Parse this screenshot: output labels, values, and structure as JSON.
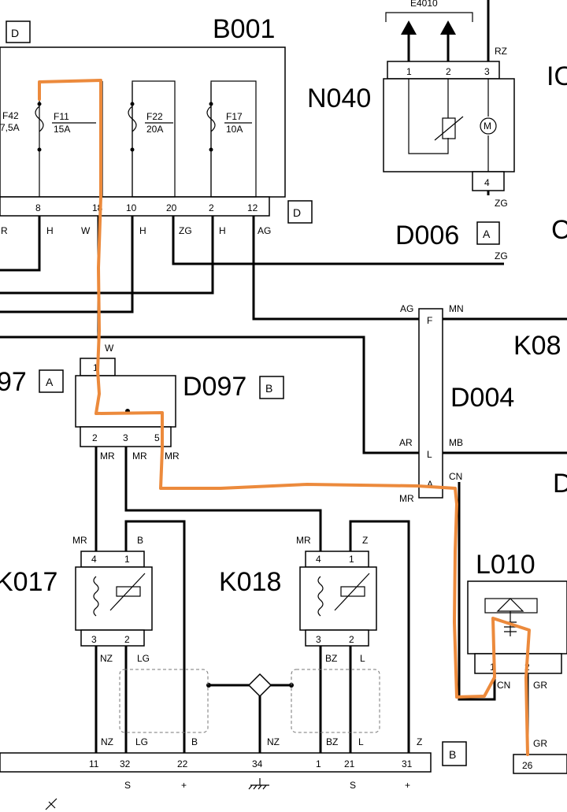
{
  "components": {
    "b001": "B001",
    "n040": "N040",
    "d006": "D006",
    "d097": "D097",
    "d004": "D004",
    "k017": "K017",
    "k018": "K018",
    "l010": "L010",
    "e4010": "E4010",
    "k08": "K08",
    "partial_97": "97",
    "partial_io": "IO",
    "partial_c": "C",
    "partial_d": "D"
  },
  "connectors": {
    "d": "D",
    "a": "A",
    "b": "B"
  },
  "fuses": [
    {
      "id": "F42",
      "rating": "7,5A"
    },
    {
      "id": "F11",
      "rating": "15A"
    },
    {
      "id": "F22",
      "rating": "20A"
    },
    {
      "id": "F17",
      "rating": "10A"
    }
  ],
  "b001_pins": [
    "8",
    "18",
    "10",
    "20",
    "2",
    "12"
  ],
  "b001_wires": [
    "R",
    "H",
    "W",
    "H",
    "ZG",
    "H",
    "AG"
  ],
  "n040_pins": [
    "1",
    "2",
    "3",
    "4"
  ],
  "n040_wires": {
    "rz": "RZ",
    "zg_top": "ZG",
    "zg_bottom": "ZG"
  },
  "d097_pins": {
    "top": "1",
    "bottom": [
      "2",
      "3",
      "5"
    ]
  },
  "d097_wires": {
    "top": "W",
    "bottom": [
      "MR",
      "MR",
      "MR"
    ]
  },
  "d004_pins": {
    "f": "F",
    "l": "L",
    "a": "A"
  },
  "d004_wires": {
    "ag": "AG",
    "mn": "MN",
    "ar": "AR",
    "mb": "MB",
    "cn": "CN",
    "mr": "MR"
  },
  "k017_pins": [
    "4",
    "1",
    "3",
    "2"
  ],
  "k017_wires": [
    "MR",
    "B",
    "NZ",
    "LG"
  ],
  "k018_pins": [
    "4",
    "1",
    "3",
    "2"
  ],
  "k018_wires": [
    "MR",
    "Z",
    "BZ",
    "L"
  ],
  "l010_pins": [
    "1",
    "2"
  ],
  "l010_wires": [
    "CN",
    "GR"
  ],
  "bottom_pins": [
    "11",
    "32",
    "22",
    "34",
    "1",
    "21",
    "31",
    "26"
  ],
  "bottom_wires": [
    "NZ",
    "LG",
    "B",
    "NZ",
    "BZ",
    "L",
    "Z",
    "GR"
  ],
  "bottom_marks": [
    "S",
    "+",
    "S",
    "+"
  ],
  "colors": {
    "highlight": "#ec8a3c",
    "wire": "#000000"
  }
}
